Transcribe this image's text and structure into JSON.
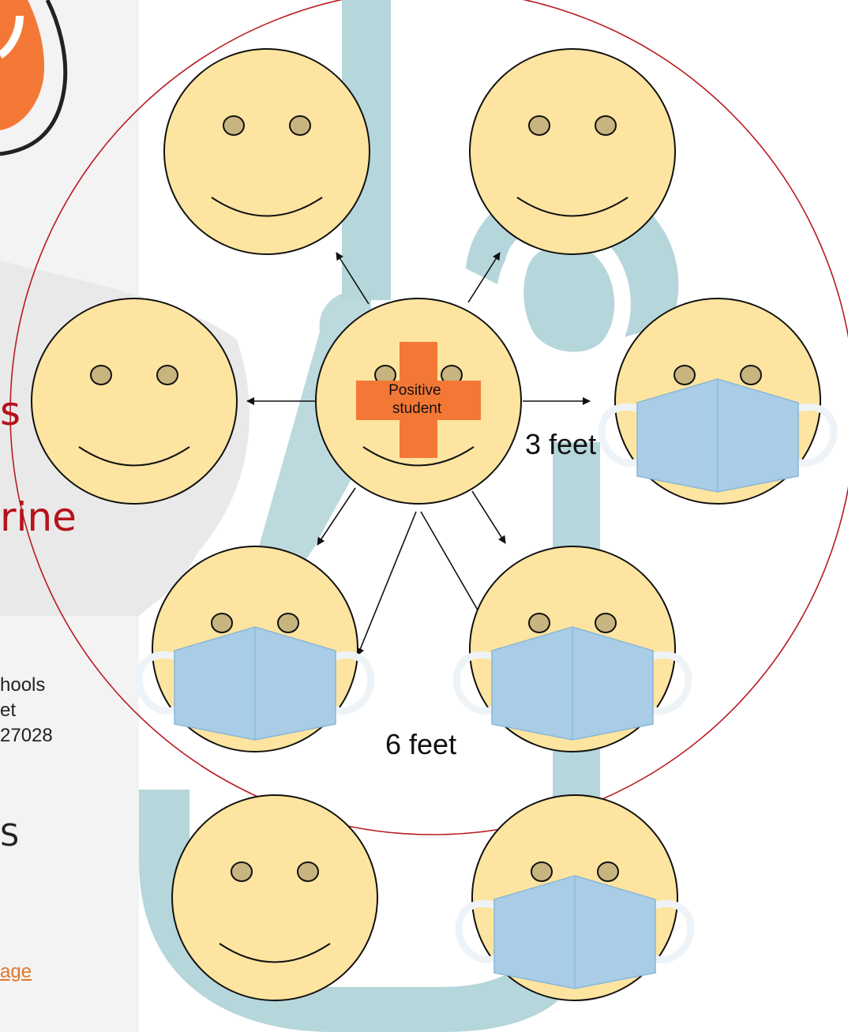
{
  "diagram": {
    "center_label": "Positive\nstudent",
    "distance_near": "3 feet",
    "distance_far": "6 feet"
  },
  "background_text": {
    "red_fragment_top": "s",
    "red_fragment": "rine",
    "address_line1": "hools",
    "address_line2": "et",
    "address_line3": "27028",
    "dark_fragment": "S",
    "link_fragment": "age"
  },
  "colors": {
    "face_fill": "#fde4a0",
    "eye_fill": "#c8b47f",
    "mask_fill": "#a9cde6",
    "cross_fill": "#f47835",
    "circle_stroke": "#b81b22",
    "backdrop_shape": "#b5d6da",
    "logo_orange": "#f47835"
  },
  "faces": [
    {
      "id": "top-left",
      "mask": false
    },
    {
      "id": "top-right",
      "mask": false
    },
    {
      "id": "middle-left",
      "mask": false
    },
    {
      "id": "center",
      "mask": false,
      "positive": true
    },
    {
      "id": "middle-right",
      "mask": true
    },
    {
      "id": "lower-left",
      "mask": true
    },
    {
      "id": "lower-right",
      "mask": true
    },
    {
      "id": "bottom-left",
      "mask": false
    },
    {
      "id": "bottom-right",
      "mask": true
    }
  ]
}
